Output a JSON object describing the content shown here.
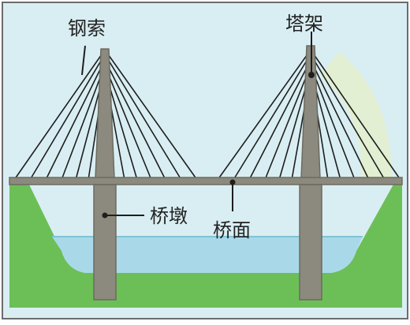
{
  "labels": {
    "cable": "钢索",
    "tower": "塔架",
    "pier": "桥墩",
    "deck": "桥面"
  },
  "colors": {
    "sky": "#d9eef3",
    "ground": "#6cbf57",
    "water": "#a9d9e8",
    "water_edge": "#7fc3d8",
    "concrete": "#8c8a7e",
    "concrete_dark": "#6d6b61",
    "cable": "#1e1e1e",
    "frame": "#6c6c6c"
  }
}
